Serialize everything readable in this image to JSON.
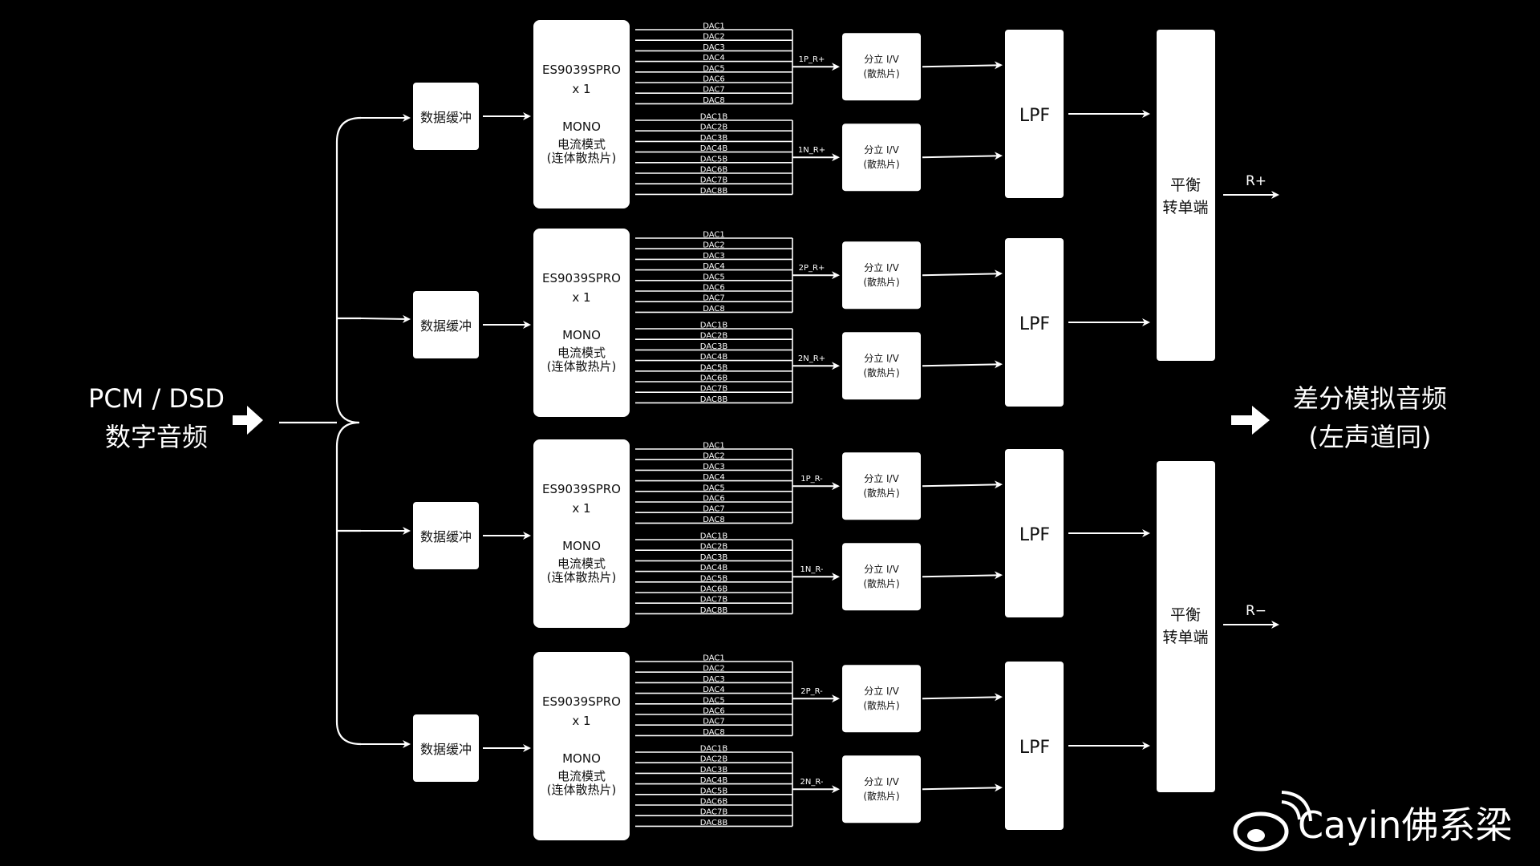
{
  "input": {
    "line1": "PCM / DSD",
    "line2": "数字音频"
  },
  "output": {
    "line1": "差分模拟音频",
    "line2": "(左声道同)"
  },
  "buffer_label": "数据缓冲",
  "dac_chip": {
    "name": "ES9039SPRO",
    "count": "x 1",
    "mode": "MONO",
    "mode_desc": "电流模式",
    "cooling": "(连体散热片)"
  },
  "dac_channels_a": [
    "DAC1",
    "DAC2",
    "DAC3",
    "DAC4",
    "DAC5",
    "DAC6",
    "DAC7",
    "DAC8"
  ],
  "dac_channels_b": [
    "DAC1B",
    "DAC2B",
    "DAC3B",
    "DAC4B",
    "DAC5B",
    "DAC6B",
    "DAC7B",
    "DAC8B"
  ],
  "iv_label": {
    "line1": "分立 I/V",
    "line2": "(散热片)"
  },
  "lpf_label": "LPF",
  "bal_label": {
    "line1": "平衡",
    "line2": "转单端"
  },
  "rows": [
    {
      "signal_a": "1P_R+",
      "signal_b": "1N_R+"
    },
    {
      "signal_a": "2P_R+",
      "signal_b": "2N_R+"
    },
    {
      "signal_a": "1P_R-",
      "signal_b": "1N_R-"
    },
    {
      "signal_a": "2P_R-",
      "signal_b": "2N_R-"
    }
  ],
  "outputs": [
    "R+",
    "R−"
  ],
  "watermark": "Cayin佛系梁",
  "colors": {
    "background": "#000000",
    "box": "#ffffff",
    "line": "#ffffff"
  }
}
